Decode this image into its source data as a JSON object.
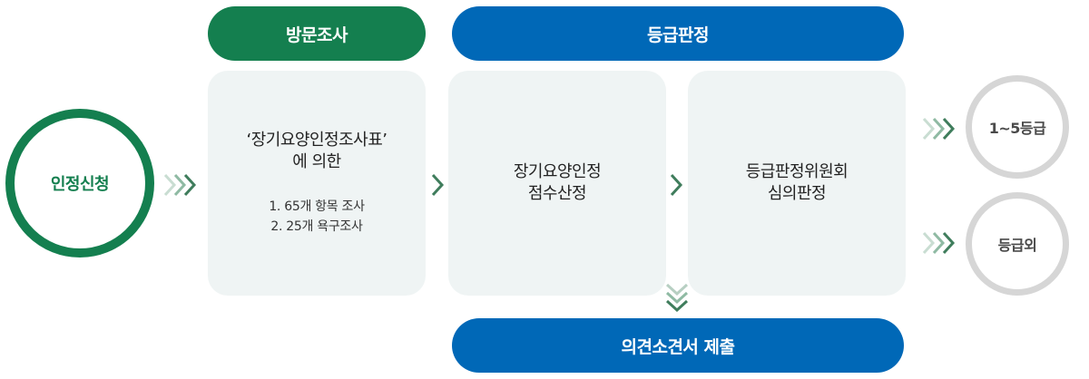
{
  "start": {
    "label": "인정신청"
  },
  "headers": {
    "visit": "방문조사",
    "grade": "등급판정",
    "submit": "의견소견서 제출"
  },
  "cards": {
    "survey": {
      "title_line1": "‘장기요양인정조사표’",
      "title_line2": "에 의한",
      "item1": "1. 65개 항목 조사",
      "item2": "2. 25개 욕구조사"
    },
    "score": {
      "line1": "장기요양인정",
      "line2": "점수산정"
    },
    "committee": {
      "line1": "등급판정위원회",
      "line2": "심의판정"
    }
  },
  "results": {
    "grade_range": "1~5등급",
    "out_of_grade": "등급외"
  },
  "colors": {
    "green": "#147f4f",
    "blue": "#0068b7",
    "card_bg": "#eff4f4",
    "circle_gray": "#d6d6d6"
  },
  "icons": {
    "triple_chevron": "triple-chevron-right-icon",
    "single_chevron": "chevron-right-icon",
    "down_chevron": "double-chevron-down-icon"
  }
}
